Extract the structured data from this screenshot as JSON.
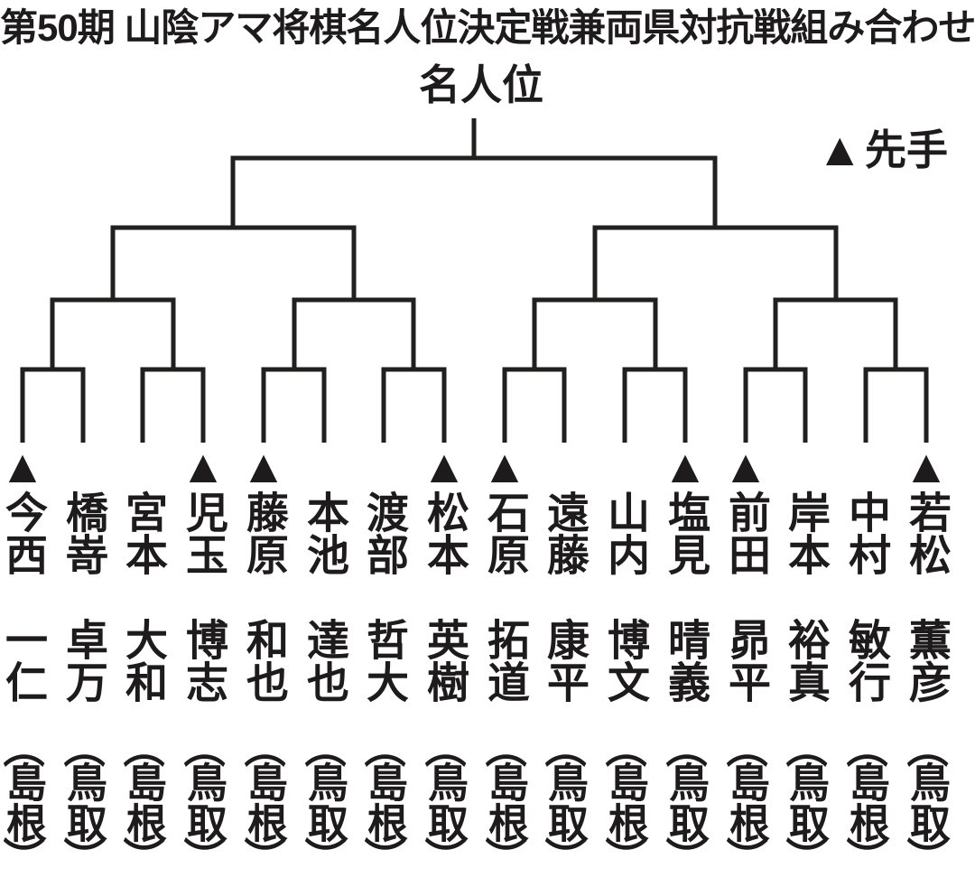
{
  "title": "第50期 山陰アマ将棋名人位決定戦兼両県対抗戦組み合わせ",
  "bracket_label": "名人位",
  "legend": {
    "symbol": "▲",
    "label": "先手",
    "meaning": "first move marker"
  },
  "colors": {
    "ink": "#221f1f",
    "background": "#ffffff"
  },
  "bracket": {
    "type": "single-elimination",
    "player_count": 16,
    "first_round_pairs": [
      [
        1,
        2
      ],
      [
        3,
        4
      ],
      [
        5,
        6
      ],
      [
        7,
        8
      ],
      [
        9,
        10
      ],
      [
        11,
        12
      ],
      [
        13,
        14
      ],
      [
        15,
        16
      ]
    ]
  },
  "paren_open": "（",
  "paren_close": "）",
  "players": [
    {
      "seat": 1,
      "surname": "今西",
      "given_name": "一仁",
      "prefecture": "島根",
      "sente": true
    },
    {
      "seat": 2,
      "surname": "橋嵜",
      "given_name": "卓万",
      "prefecture": "鳥取",
      "sente": false
    },
    {
      "seat": 3,
      "surname": "宮本",
      "given_name": "大和",
      "prefecture": "島根",
      "sente": false
    },
    {
      "seat": 4,
      "surname": "児玉",
      "given_name": "博志",
      "prefecture": "鳥取",
      "sente": true
    },
    {
      "seat": 5,
      "surname": "藤原",
      "given_name": "和也",
      "prefecture": "島根",
      "sente": true
    },
    {
      "seat": 6,
      "surname": "本池",
      "given_name": "達也",
      "prefecture": "鳥取",
      "sente": false
    },
    {
      "seat": 7,
      "surname": "渡部",
      "given_name": "哲大",
      "prefecture": "島根",
      "sente": false
    },
    {
      "seat": 8,
      "surname": "松本",
      "given_name": "英樹",
      "prefecture": "鳥取",
      "sente": true
    },
    {
      "seat": 9,
      "surname": "石原",
      "given_name": "拓道",
      "prefecture": "島根",
      "sente": true
    },
    {
      "seat": 10,
      "surname": "遠藤",
      "given_name": "康平",
      "prefecture": "鳥取",
      "sente": false
    },
    {
      "seat": 11,
      "surname": "山内",
      "given_name": "博文",
      "prefecture": "島根",
      "sente": false
    },
    {
      "seat": 12,
      "surname": "塩見",
      "given_name": "晴義",
      "prefecture": "鳥取",
      "sente": true
    },
    {
      "seat": 13,
      "surname": "前田",
      "given_name": "昴平",
      "prefecture": "島根",
      "sente": true
    },
    {
      "seat": 14,
      "surname": "岸本",
      "given_name": "裕真",
      "prefecture": "鳥取",
      "sente": false
    },
    {
      "seat": 15,
      "surname": "中村",
      "given_name": "敏行",
      "prefecture": "島根",
      "sente": false
    },
    {
      "seat": 16,
      "surname": "若松",
      "given_name": "薫彦",
      "prefecture": "鳥取",
      "sente": true
    }
  ]
}
